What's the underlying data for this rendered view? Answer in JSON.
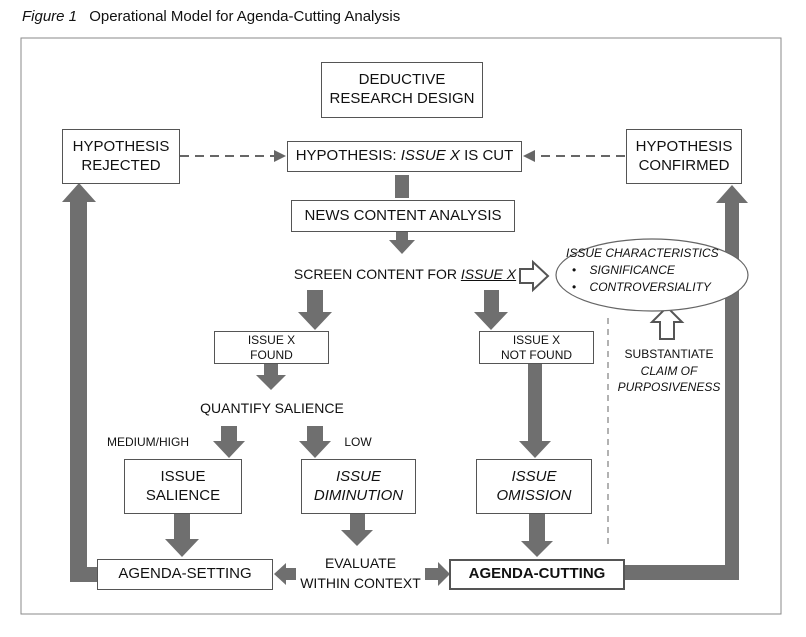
{
  "caption": {
    "figure_label": "Figure 1",
    "title": "Operational Model for Agenda-Cutting Analysis"
  },
  "nodes": {
    "deductive_line1": "DEDUCTIVE",
    "deductive_line2": "RESEARCH DESIGN",
    "hyp_rejected_line1": "HYPOTHESIS",
    "hyp_rejected_line2": "REJECTED",
    "hypothesis_prefix": "HYPOTHESIS: ",
    "hypothesis_issue": "ISSUE X",
    "hypothesis_suffix": " IS CUT",
    "hyp_confirmed_line1": "HYPOTHESIS",
    "hyp_confirmed_line2": "CONFIRMED",
    "news_content": "NEWS CONTENT ANALYSIS",
    "screen_prefix": "SCREEN CONTENT FOR ",
    "screen_issue": "ISSUE X",
    "characteristics_title": "ISSUE CHARACTERISTICS",
    "characteristics_items": [
      "SIGNIFICANCE",
      "CONTROVERSIALITY"
    ],
    "found_line1": "ISSUE X",
    "found_line2": "FOUND",
    "not_found_line1": "ISSUE X",
    "not_found_line2": "NOT FOUND",
    "substantiate_line1": "SUBSTANTIATE",
    "substantiate_line2": "CLAIM OF",
    "substantiate_line3": "PURPOSIVENESS",
    "quantify": "QUANTIFY SALIENCE",
    "medium_high": "MEDIUM/HIGH",
    "low": "LOW",
    "salience_line1": "ISSUE",
    "salience_line2": "SALIENCE",
    "diminution_line1": "ISSUE",
    "diminution_line2": "DIMINUTION",
    "omission_line1": "ISSUE",
    "omission_line2": "OMISSION",
    "evaluate_line1": "EVALUATE",
    "evaluate_line2": "WITHIN CONTEXT",
    "agenda_setting": "AGENDA-SETTING",
    "agenda_cutting": "AGENDA-CUTTING"
  },
  "colors": {
    "arrow": "#6f6f6f",
    "border": "#555555",
    "frame": "#8a8a8a"
  }
}
